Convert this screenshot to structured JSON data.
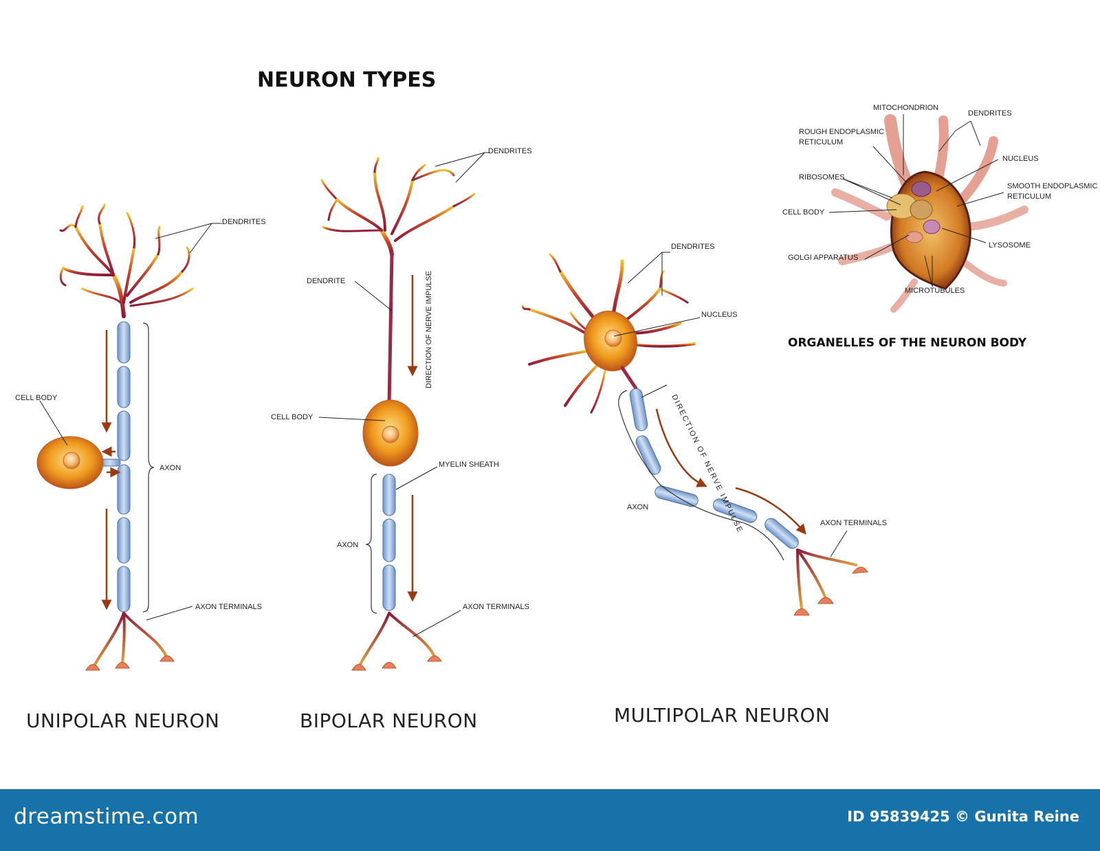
{
  "title": "NEURON TYPES",
  "organelles_title": "ORGANELLES OF THE NEURON BODY",
  "unipolar": {
    "name": "UNIPOLAR NEURON",
    "dendrites": "DENDRITES",
    "cell_body": "CELL BODY",
    "axon": "AXON",
    "axon_terminals": "AXON TERMINALS"
  },
  "bipolar": {
    "name": "BIPOLAR NEURON",
    "dendrites": "DENDRITES",
    "dendrite": "DENDRITE",
    "direction": "DIRECTION OF NERVE IMPULSE",
    "cell_body": "CELL BODY",
    "myelin_sheath": "MYELIN SHEATH",
    "axon": "AXON",
    "axon_terminals": "AXON TERMINALS"
  },
  "multipolar": {
    "name": "MULTIPOLAR NEURON",
    "dendrites": "DENDRITES",
    "nucleus": "NUCLEUS",
    "direction": "DIRECTION OF NERVE IMPULSE",
    "axon": "AXON",
    "axon_terminals": "AXON TERMINALS"
  },
  "organelles": {
    "mitochondrion": "MITOCHONDRION",
    "dendrites": "DENDRITES",
    "rough_er_line1": "ROUGH ENDOPLASMIC",
    "rough_er_line2": "RETICULUM",
    "nucleus": "NUCLEUS",
    "ribosomes": "RIBOSOMES",
    "smooth_er_line1": "SMOOTH ENDOPLASMIC",
    "smooth_er_line2": "RETICULUM",
    "cell_body": "CELL BODY",
    "lysosome": "LYSOSOME",
    "golgi": "GOLGI APPARATUS",
    "microtubules": "MICROTUBULES"
  },
  "footer": {
    "logo": "dreamstime.com",
    "credit": "ID 95839425 © Gunita Reine"
  },
  "colors": {
    "footer_bg": "#1672a8",
    "myelin": "#8fb3dc",
    "cell_body": "#e07a10",
    "dendrite_dark": "#8b1a3a",
    "dendrite_light": "#f2c230",
    "arrow": "#9a3a12"
  }
}
